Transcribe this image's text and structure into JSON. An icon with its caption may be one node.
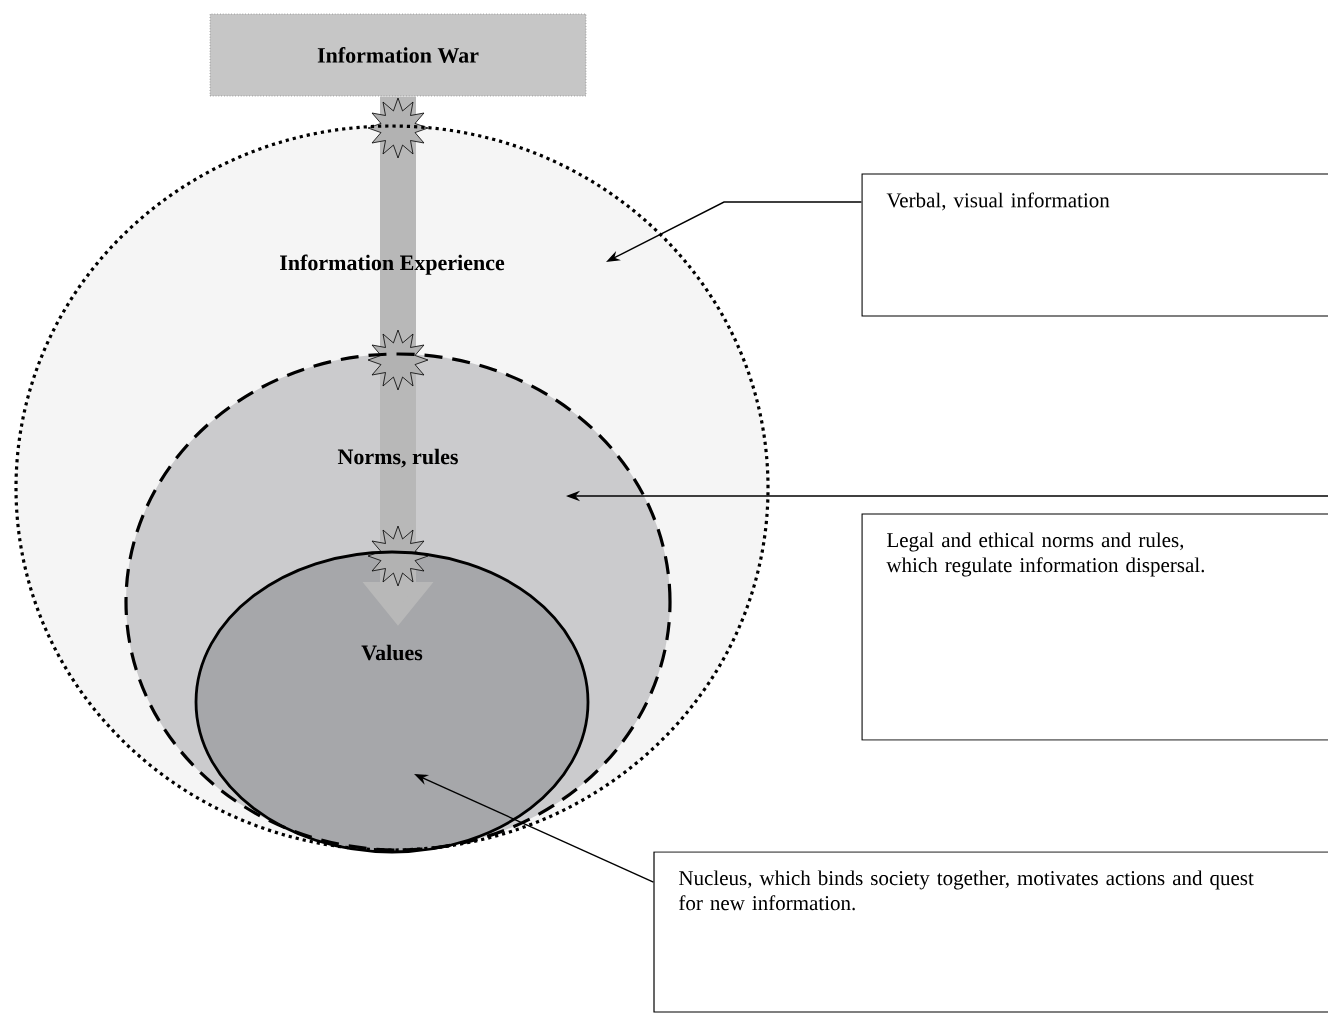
{
  "diagram": {
    "nodes": [
      {
        "text": [
          "Information War"
        ]
      },
      {
        "text": [
          "Information Experience"
        ]
      },
      {
        "text": [
          "Norms, rules"
        ],
        "in": 1
      },
      {
        "text": [
          "Values"
        ],
        "in": 2
      },
      {
        "text": [
          "Verbal, visual information"
        ]
      },
      {
        "text": [
          "Legal and ethical norms and rules, which regulate information dispersal."
        ]
      },
      {
        "text": [
          "Nucleus, which binds society together, motivates actions and quest for new information."
        ]
      }
    ],
    "edges": [
      {
        "from": 0,
        "to": 3,
        "arrow": "to",
        "style": "thick",
        "color": "#b8b8b8"
      },
      {
        "from": 4,
        "to": 1,
        "arrow": "to"
      },
      {
        "from": 5,
        "to": 2,
        "arrow": "to"
      },
      {
        "from": 6,
        "to": 3,
        "arrow": "to"
      }
    ]
  }
}
